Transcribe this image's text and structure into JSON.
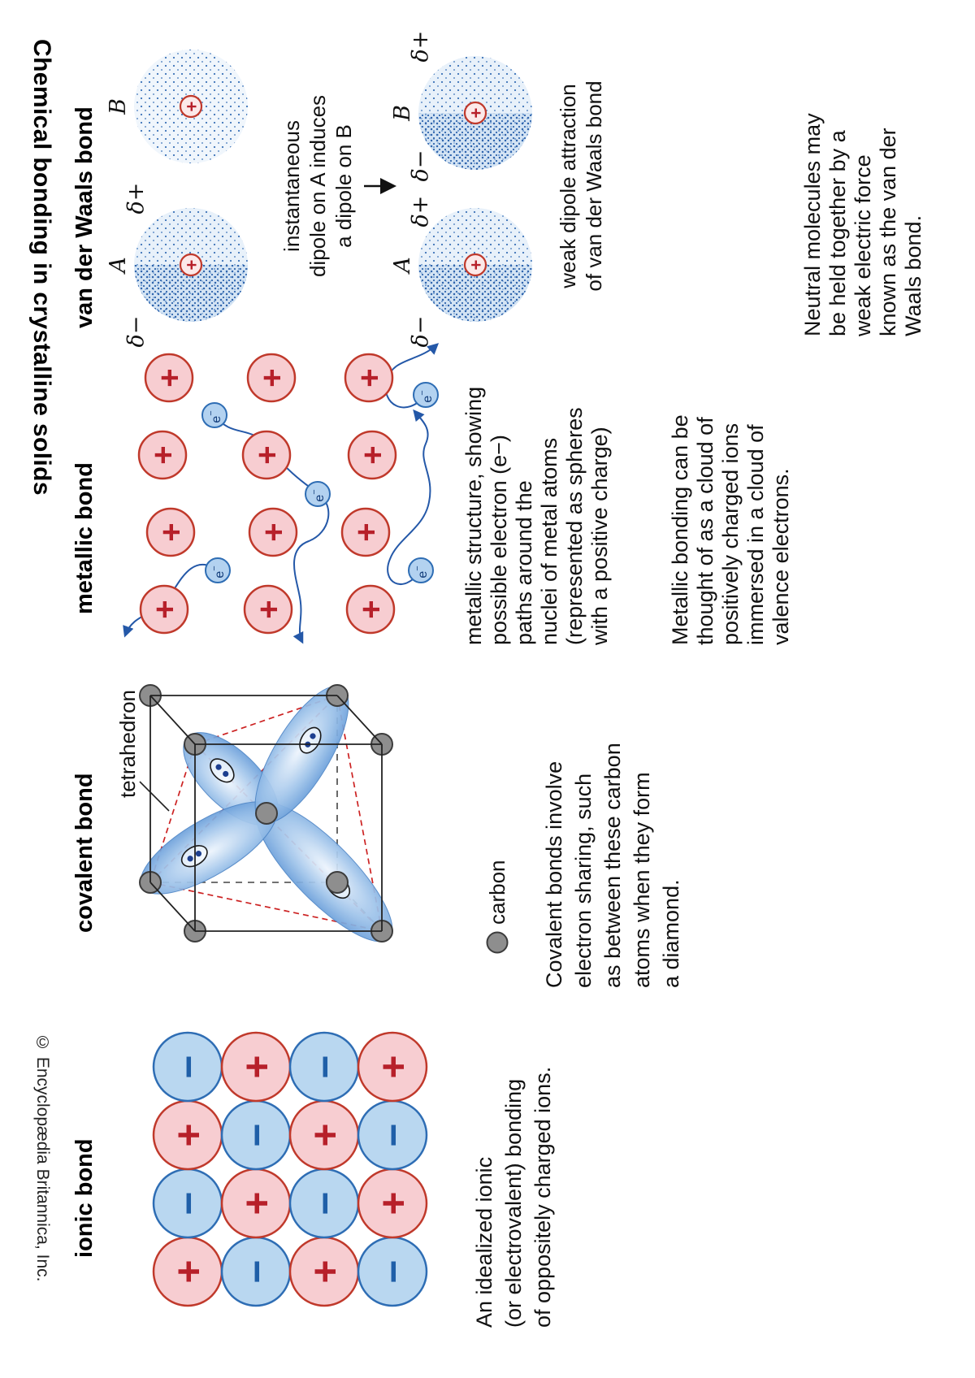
{
  "title": "Chemical bonding in crystalline solids",
  "copyright": "© Encyclopædia Britannica, Inc.",
  "colors": {
    "plus-fill": "#f7cdd1",
    "plus-stroke": "#c0392b",
    "plus-symbol": "#b7202a",
    "minus-fill": "#b9d7f0",
    "minus-stroke": "#2e6db4",
    "minus-symbol": "#1f5fa8",
    "electron-path": "#2458a8",
    "tetra-dash": "#cc2222"
  },
  "panels": {
    "ionic": {
      "heading": "ionic bond",
      "grid": {
        "rows": 4,
        "cols": 4,
        "plus_symbol": "+",
        "minus_symbol": "−",
        "pattern": [
          [
            "plus",
            "minus",
            "plus",
            "minus"
          ],
          [
            "minus",
            "plus",
            "minus",
            "plus"
          ],
          [
            "plus",
            "minus",
            "plus",
            "minus"
          ],
          [
            "minus",
            "plus",
            "minus",
            "plus"
          ]
        ]
      },
      "caption_lines": [
        "An idealized ionic",
        "(or electrovalent) bonding",
        "of oppositely charged ions."
      ]
    },
    "covalent": {
      "heading": "covalent bond",
      "tetrahedron_label": "tetrahedron",
      "legend_label": "carbon",
      "caption_lines": [
        "Covalent bonds involve",
        "electron sharing, such",
        "as between these carbon",
        "atoms when they form",
        "a diamond."
      ]
    },
    "metallic": {
      "heading": "metallic bond",
      "plus_symbol": "+",
      "electron_base": "e",
      "electron_sup": "−",
      "caption1_lines": [
        "metallic structure, showing",
        "possible electron (e−)",
        "paths around the",
        "nuclei of metal atoms",
        "(represented as spheres",
        "with a positive charge)"
      ],
      "caption2_lines": [
        "Metallic bonding can be",
        "thought of as a cloud of",
        "positively charged ions",
        "immersed in a cloud of",
        "valence electrons."
      ]
    },
    "vdw": {
      "heading": "van der Waals bond",
      "nucleus_symbol": "+",
      "labels": {
        "atom_a": "A",
        "atom_b": "B",
        "delta_minus": "δ−",
        "delta_plus": "δ+"
      },
      "induce_lines": [
        "instantaneous",
        "dipole on A induces",
        "a dipole on B"
      ],
      "attraction_lines": [
        "weak dipole attraction",
        "of van der Waals bond"
      ],
      "caption_lines": [
        "Neutral molecules may",
        "be held together by a",
        "weak electric force",
        "known as the van der",
        "Waals bond."
      ]
    }
  }
}
